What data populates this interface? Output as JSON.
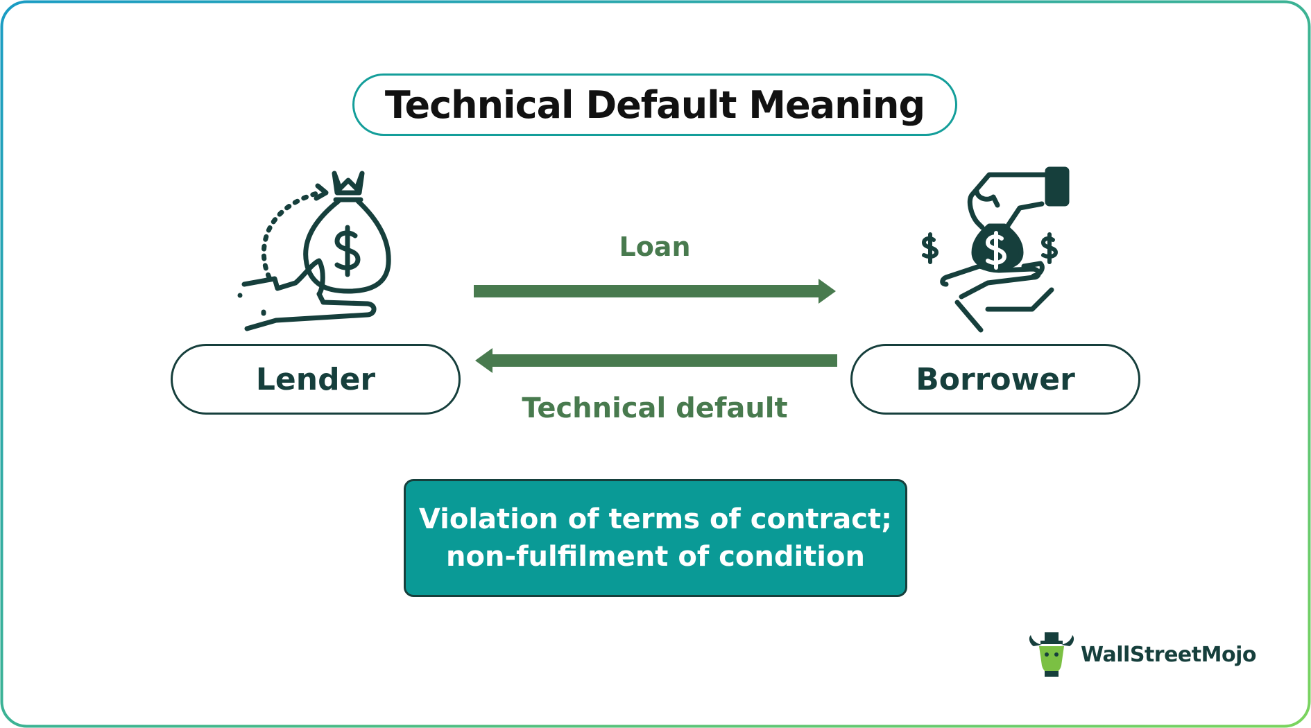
{
  "title": "Technical Default Meaning",
  "nodes": {
    "lender": "Lender",
    "borrower": "Borrower"
  },
  "flows": {
    "forward": "Loan",
    "backward": "Technical default"
  },
  "condition": {
    "line1": "Violation of terms of contract;",
    "line2": "non-fulfilment of condition"
  },
  "icons": {
    "lender": "money-bag-give-icon",
    "borrower": "money-bag-receive-icon",
    "brand": "bull-mascot-icon"
  },
  "brand": {
    "name": "WallStreetMojo"
  },
  "colors": {
    "teal": "#0a9a96",
    "dark": "#163f3c",
    "arrow": "#487a4e",
    "border_start": "#1a9cc4",
    "border_end": "#7bd45e"
  }
}
